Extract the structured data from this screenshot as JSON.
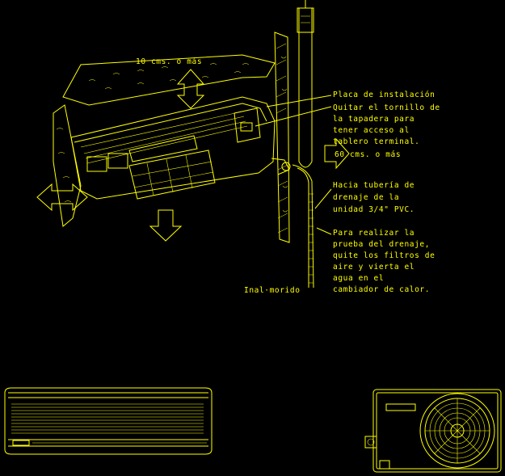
{
  "drawing": {
    "background": "#000000",
    "line_color": "#ffff00",
    "labels": {
      "clearance_top": "10 cms. o más",
      "mounting_plate": "Placa de instalación",
      "remove_screw_1": "Quitar el tornillo de",
      "remove_screw_2": "la tapadera para",
      "remove_screw_3": "tener acceso al",
      "remove_screw_4": "tablero terminal.",
      "clearance_side": "60 cms. o más",
      "drain_1": "Hacia tubería de",
      "drain_2": "drenaje de la",
      "drain_3": "unidad 3/4\" PVC.",
      "test_1": "Para realizar la",
      "test_2": "prueba del drenaje,",
      "test_3": "quite los filtros de",
      "test_4": "aire y vierta el",
      "test_5": "agua en el",
      "test_6": "cambiador de calor.",
      "insulation": "Inal·morido"
    },
    "icons": {
      "arrow_up_down": "double-vertical-arrow-icon",
      "arrow_left_right": "double-horizontal-arrow-icon",
      "arrow_down": "airflow-down-arrow-icon",
      "arrow_right": "airflow-right-arrow-icon"
    }
  }
}
